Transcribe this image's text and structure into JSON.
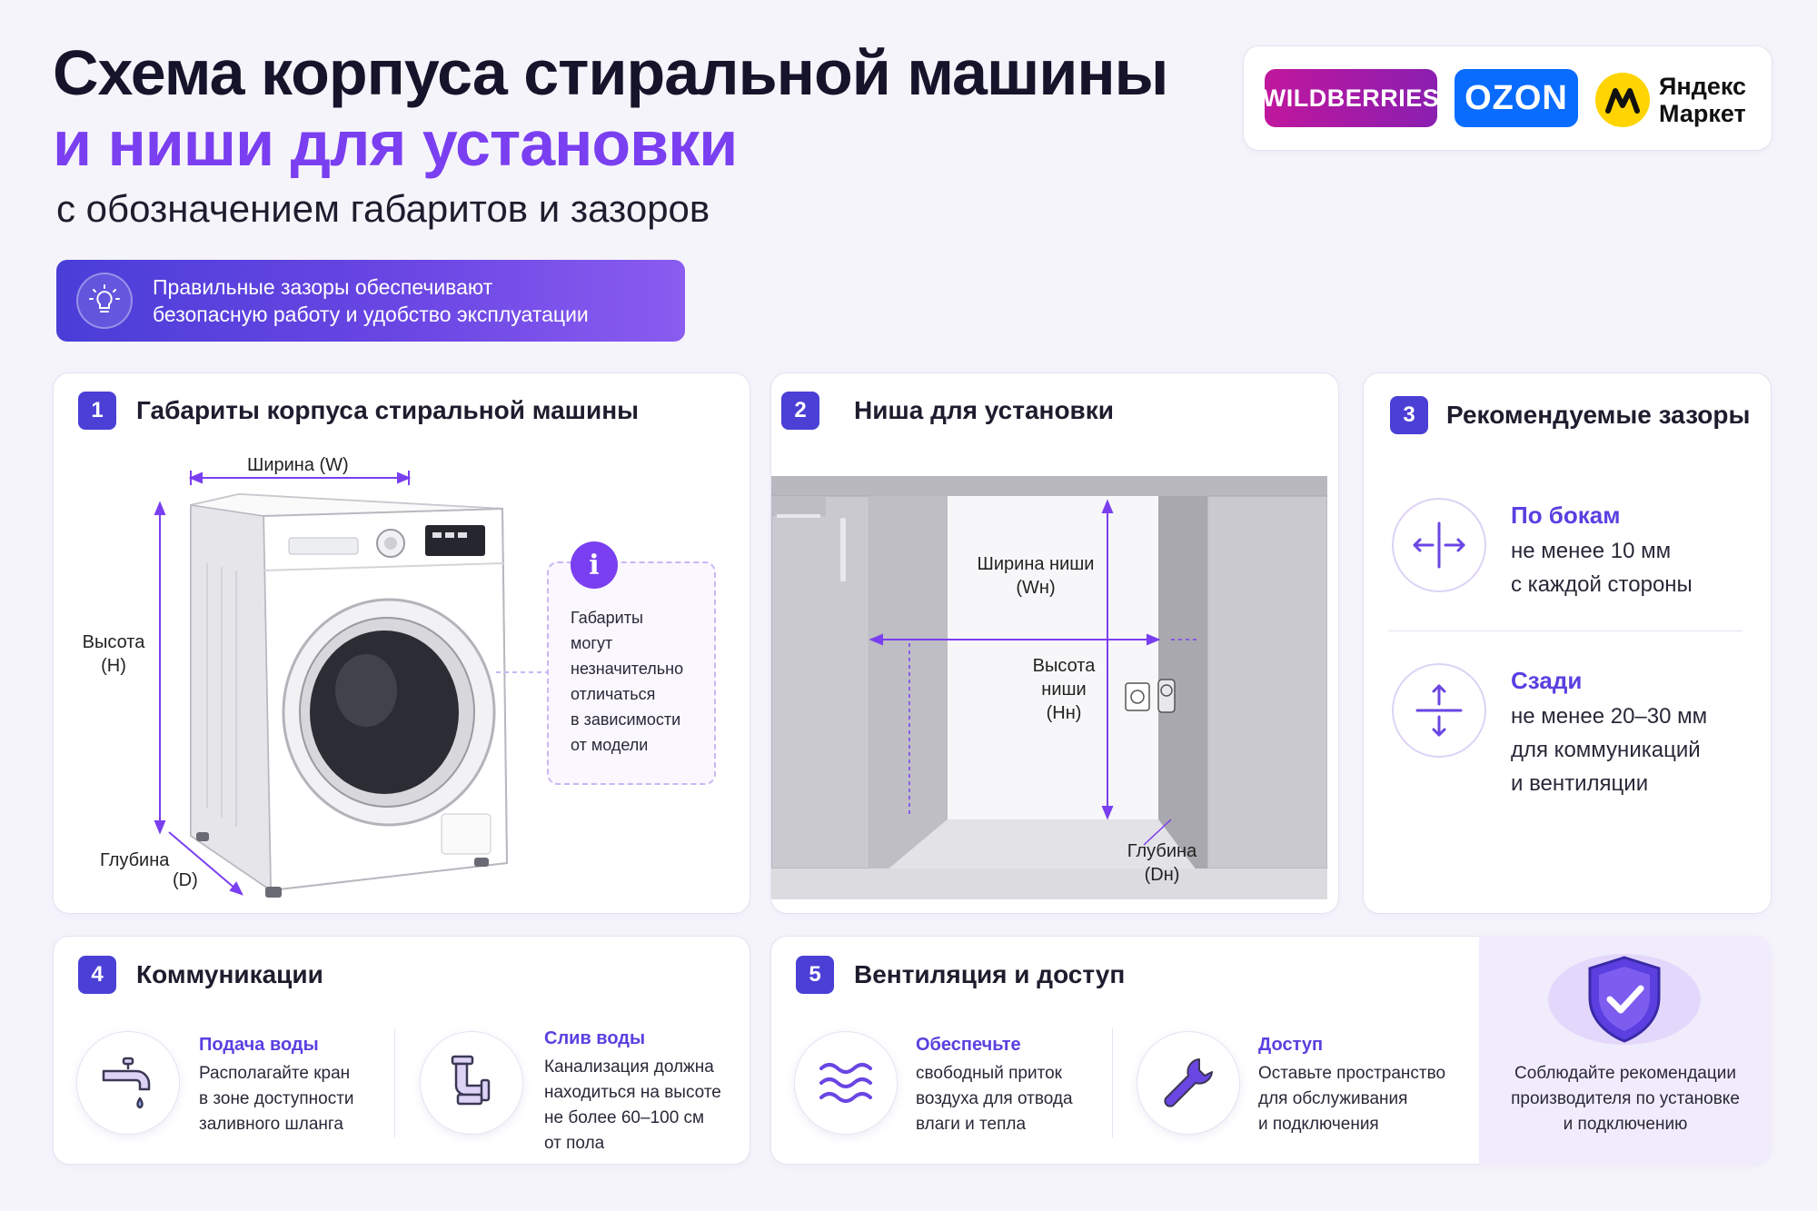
{
  "header": {
    "title_line1": "Схема корпуса стиральной машины",
    "title_line2": "и ниши для установки",
    "subtitle": "с обозначением габаритов и зазоров",
    "tip_line1": "Правильные зазоры обеспечивают",
    "tip_line2": "безопасную работу и удобство эксплуатации",
    "tip_icon": "lightbulb-icon"
  },
  "marketplaces": {
    "wildberries": "WILDBERRIES",
    "ozon": "OZON",
    "yandex_line1": "Яндекс",
    "yandex_line2": "Маркет",
    "colors": {
      "wildberries": "#c0179d",
      "ozon": "#0a6cff",
      "yandex": "#ffd400"
    }
  },
  "section1": {
    "number": "1",
    "title": "Габариты корпуса стиральной машины",
    "width_label": "Ширина (W)",
    "height_label_1": "Высота",
    "height_label_2": "(H)",
    "depth_label_1": "Глубина",
    "depth_label_2": "(D)",
    "note_icon": "i",
    "note_lines": [
      "Габариты",
      "могут",
      "незначительно",
      "отличаться",
      "в зависимости",
      "от модели"
    ]
  },
  "section2": {
    "number": "2",
    "title": "Ниша для установки",
    "width_label_1": "Ширина ниши",
    "width_label_2": "(Wн)",
    "height_label_1": "Высота",
    "height_label_2": "ниши",
    "height_label_3": "(Hн)",
    "depth_label_1": "Глубина",
    "depth_label_2": "(Dн)"
  },
  "section3": {
    "number": "3",
    "title": "Рекомендуемые зазоры",
    "sides_title": "По бокам",
    "sides_line1": "не менее 10 мм",
    "sides_line2": "с каждой стороны",
    "back_title": "Сзади",
    "back_line1": "не менее 20–30 мм",
    "back_line2": "для коммуникаций",
    "back_line3": "и вентиляции"
  },
  "section4": {
    "number": "4",
    "title": "Коммуникации",
    "water_in_title": "Подача воды",
    "water_in_lines": [
      "Располагайте кран",
      "в зоне доступности",
      "заливного шланга"
    ],
    "drain_title": "Слив воды",
    "drain_lines": [
      "Канализация должна",
      "находиться на высоте",
      "не более 60–100 см",
      "от пола"
    ]
  },
  "section5": {
    "number": "5",
    "title": "Вентиляция и доступ",
    "air_title": "Обеспечьте",
    "air_lines": [
      "свободный приток",
      "воздуха для отвода",
      "влаги и тепла"
    ],
    "access_title": "Доступ",
    "access_lines": [
      "Оставьте пространство",
      "для обслуживания",
      "и подключения"
    ],
    "shield_lines": [
      "Соблюдайте рекомендации",
      "производителя по установке",
      "и подключению"
    ]
  },
  "accent_color": "#7a3ff0"
}
